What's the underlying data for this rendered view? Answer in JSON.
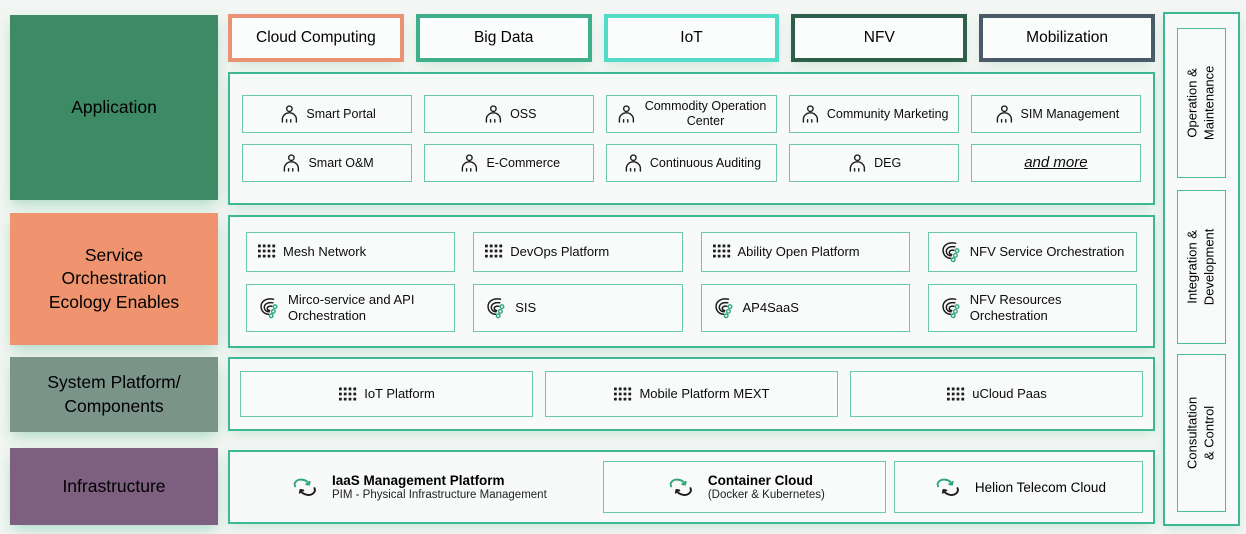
{
  "stages": {
    "application": {
      "label": "Application",
      "color": "#3e8a64"
    },
    "service": {
      "label": "Service\nOrchestration\nEcology Enables",
      "color": "#ef946f"
    },
    "platform": {
      "label": "System Platform/\nComponents",
      "color": "#7b948a"
    },
    "infrastructure": {
      "label": "Infrastructure",
      "color": "#7d5f7f"
    }
  },
  "tabs": [
    {
      "label": "Cloud Computing",
      "border_color": "#ec9274"
    },
    {
      "label": "Big Data",
      "border_color": "#3fae8c"
    },
    {
      "label": "IoT",
      "border_color": "#52dcc8"
    },
    {
      "label": "NFV",
      "border_color": "#2d5f4b"
    },
    {
      "label": "Mobilization",
      "border_color": "#4b5a68"
    }
  ],
  "application": {
    "items": [
      {
        "label": "Smart Portal",
        "icon": "person-icon"
      },
      {
        "label": "OSS",
        "icon": "person-icon"
      },
      {
        "label": "Commodity Operation Center",
        "icon": "person-icon"
      },
      {
        "label": "Community Marketing",
        "icon": "person-icon"
      },
      {
        "label": "SIM Management",
        "icon": "person-icon"
      },
      {
        "label": "Smart O&M",
        "icon": "person-icon"
      },
      {
        "label": "E-Commerce",
        "icon": "person-icon"
      },
      {
        "label": "Continuous Auditing",
        "icon": "person-icon"
      },
      {
        "label": "DEG",
        "icon": "person-icon"
      },
      {
        "label": "and more",
        "icon": "none"
      }
    ]
  },
  "service": {
    "items": [
      {
        "label": "Mesh Network",
        "icon": "app-grid-icon"
      },
      {
        "label": "DevOps Platform",
        "icon": "app-grid-icon"
      },
      {
        "label": "Ability Open Platform",
        "icon": "app-grid-icon"
      },
      {
        "label": "NFV Service Orchestration",
        "icon": "orchestration-icon"
      },
      {
        "label": "Mirco-service and API Orchestration",
        "icon": "orchestration-icon"
      },
      {
        "label": "SIS",
        "icon": "orchestration-icon"
      },
      {
        "label": "AP4SaaS",
        "icon": "orchestration-icon"
      },
      {
        "label": "NFV Resources Orchestration",
        "icon": "orchestration-icon"
      }
    ]
  },
  "platform": {
    "items": [
      {
        "label": "IoT Platform",
        "icon": "app-grid-icon"
      },
      {
        "label": "Mobile Platform MEXT",
        "icon": "app-grid-icon"
      },
      {
        "label": "uCloud Paas",
        "icon": "app-grid-icon"
      }
    ]
  },
  "infrastructure": {
    "items": [
      {
        "title": "IaaS Management Platform",
        "subtitle": "PIM - Physical Infrastructure Management",
        "icon": "cloud-sync-icon"
      },
      {
        "title": "Container Cloud",
        "subtitle": "(Docker & Kubernetes)",
        "icon": "cloud-sync-icon"
      },
      {
        "title": "Helion Telecom Cloud",
        "subtitle": "",
        "icon": "cloud-sync-icon"
      }
    ]
  },
  "right_sidebar": {
    "items": [
      {
        "label": "Operation &\nMaintenance"
      },
      {
        "label": "Integration &\nDevelopment"
      },
      {
        "label": "Consultation & Control"
      }
    ]
  },
  "colors": {
    "section_border": "#3eb794",
    "item_border": "#6cc7ab",
    "icon_green": "#2fa878",
    "icon_black": "#1d1d1d",
    "background": "#f3f6f4"
  }
}
